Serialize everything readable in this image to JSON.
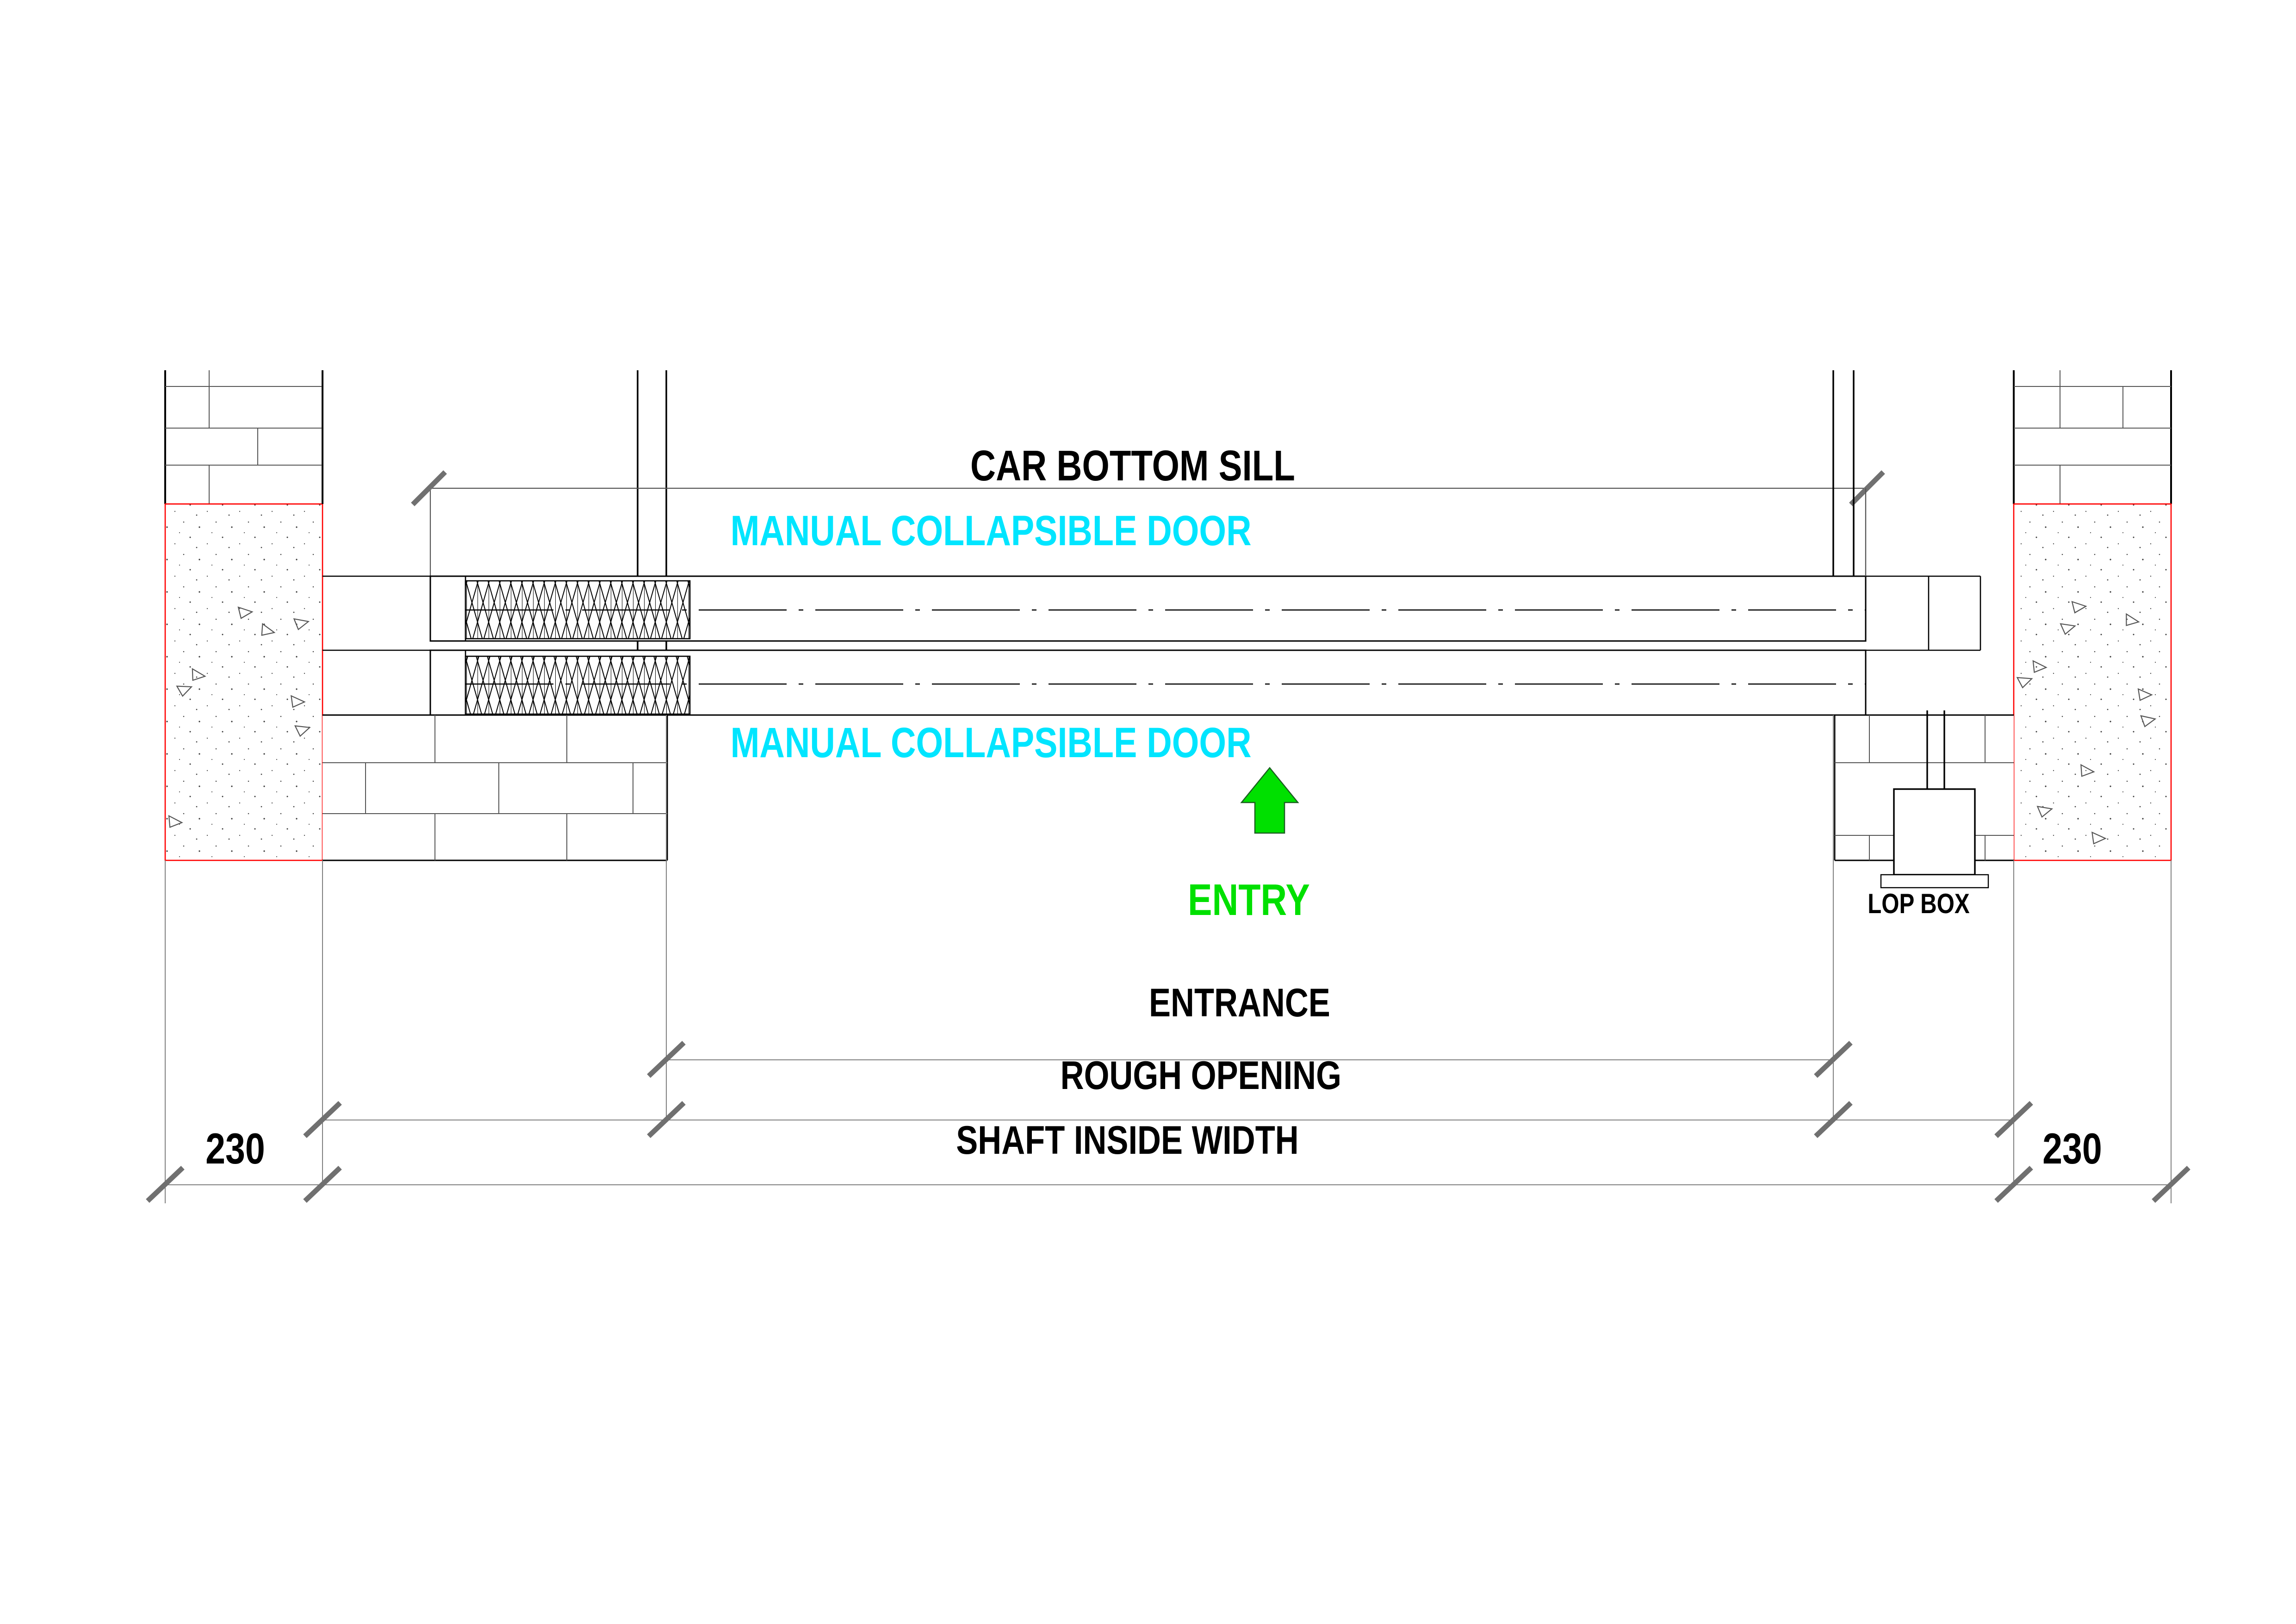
{
  "drawing": {
    "title_labels": {
      "car_bottom_sill": "CAR BOTTOM SILL",
      "manual_collapsible_door_upper": "MANUAL COLLAPSIBLE DOOR",
      "manual_collapsible_door_lower": "MANUAL COLLAPSIBLE DOOR",
      "entry": "ENTRY",
      "lop_box": "LOP BOX"
    },
    "dimensions": {
      "entrance": "ENTRANCE",
      "rough_opening": "ROUGH OPENING",
      "shaft_inside_width": "SHAFT INSIDE WIDTH",
      "wall_left_thickness": "230",
      "wall_right_thickness": "230"
    },
    "colors": {
      "line": "#000000",
      "thin_line": "#808080",
      "concrete_outline": "#ff0000",
      "door_text": "#00e5ff",
      "entry_text": "#00e000",
      "entry_arrow_fill": "#00e000",
      "tick": "#707070"
    },
    "icons": {
      "entry_arrow": "up-arrow-icon",
      "aggregate": "concrete-aggregate-symbol",
      "lattice": "collapsible-door-lattice"
    }
  }
}
